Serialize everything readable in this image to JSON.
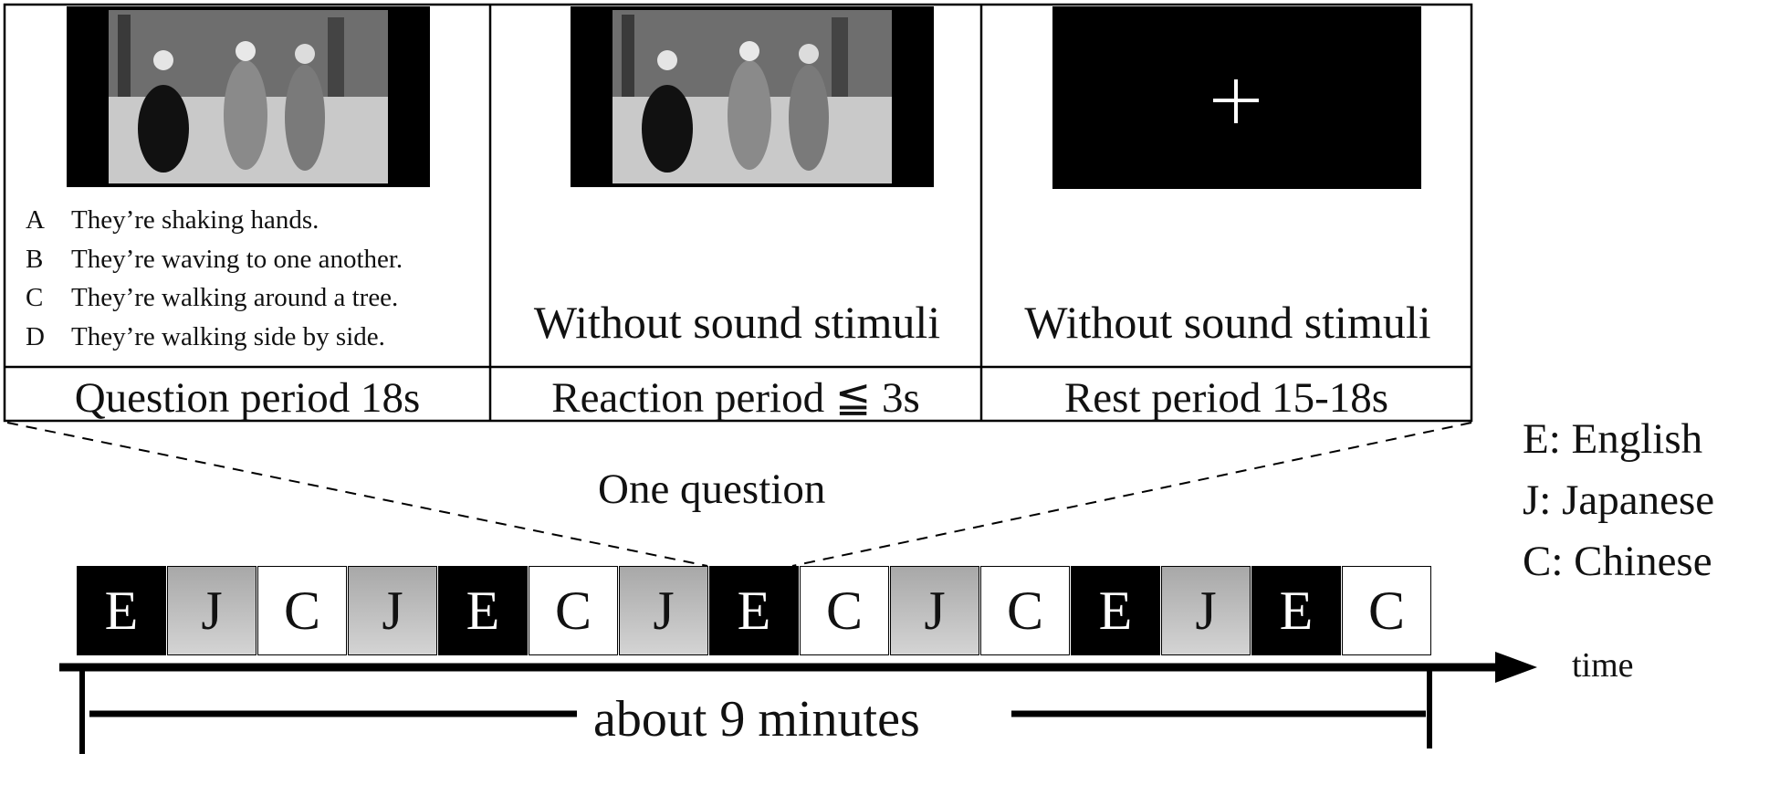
{
  "panels": [
    {
      "id": "question",
      "label": "Question period 18s",
      "image": "photo-three-people-walking",
      "options": [
        {
          "letter": "A",
          "text": "They’re shaking hands."
        },
        {
          "letter": "B",
          "text": "They’re waving to one another."
        },
        {
          "letter": "C",
          "text": "They’re walking around a tree."
        },
        {
          "letter": "D",
          "text": "They’re walking side by side."
        }
      ]
    },
    {
      "id": "reaction",
      "label": "Reaction period ≦ 3s",
      "image": "photo-three-people-walking",
      "caption": "Without sound stimuli"
    },
    {
      "id": "rest",
      "label": "Rest period 15-18s",
      "image": "fixation-cross",
      "caption": "Without sound stimuli"
    }
  ],
  "one_question_label": "One question",
  "legend": [
    {
      "code": "E",
      "language": "English",
      "text": "E: English"
    },
    {
      "code": "J",
      "language": "Japanese",
      "text": "J: Japanese"
    },
    {
      "code": "C",
      "language": "Chinese",
      "text": "C: Chinese"
    }
  ],
  "sequence": [
    "E",
    "J",
    "C",
    "J",
    "E",
    "C",
    "J",
    "E",
    "C",
    "J",
    "C",
    "E",
    "J",
    "E",
    "C"
  ],
  "colors": {
    "E": "#000000",
    "J": "#bdbdbd",
    "C": "#ffffff"
  },
  "text_colors": {
    "E": "#ffffff",
    "J": "#111111",
    "C": "#111111"
  },
  "time_label": "time",
  "duration_label": "about 9 minutes"
}
